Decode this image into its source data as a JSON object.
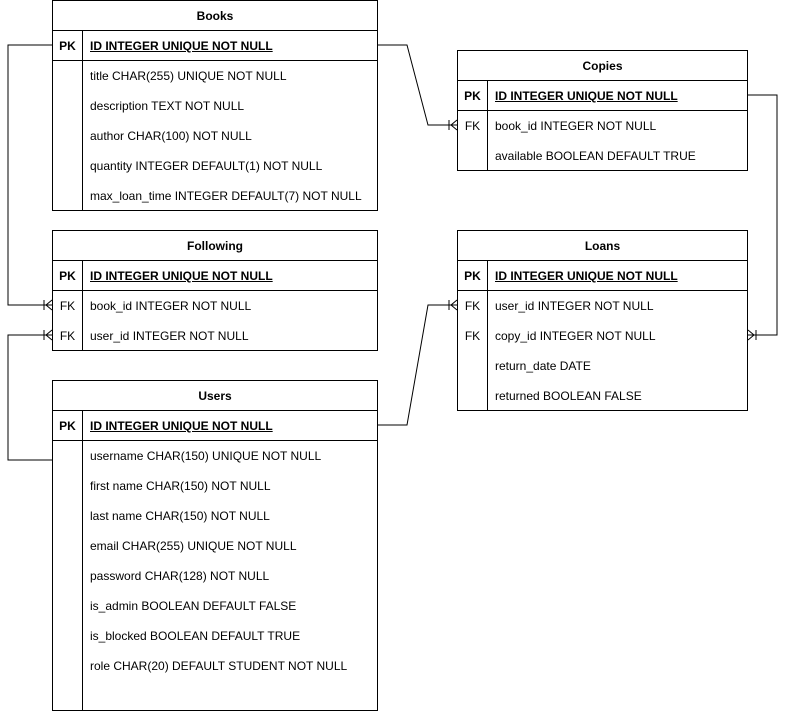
{
  "tables": [
    {
      "id": "books",
      "title": "Books",
      "pk": {
        "key": "PK",
        "field": "ID INTEGER UNIQUE NOT NULL"
      },
      "rows": [
        {
          "key": "",
          "field": "title CHAR(255) UNIQUE NOT NULL"
        },
        {
          "key": "",
          "field": "description TEXT NOT NULL"
        },
        {
          "key": "",
          "field": "author CHAR(100) NOT NULL"
        },
        {
          "key": "",
          "field": "quantity INTEGER DEFAULT(1) NOT NULL"
        },
        {
          "key": "",
          "field": "max_loan_time INTEGER DEFAULT(7) NOT NULL"
        }
      ]
    },
    {
      "id": "copies",
      "title": "Copies",
      "pk": {
        "key": "PK",
        "field": "ID INTEGER UNIQUE NOT NULL"
      },
      "rows": [
        {
          "key": "FK",
          "field": "book_id INTEGER NOT NULL"
        },
        {
          "key": "",
          "field": "available BOOLEAN DEFAULT TRUE"
        }
      ]
    },
    {
      "id": "following",
      "title": "Following",
      "pk": {
        "key": "PK",
        "field": "ID INTEGER UNIQUE NOT NULL"
      },
      "rows": [
        {
          "key": "FK",
          "field": "book_id INTEGER NOT NULL"
        },
        {
          "key": "FK",
          "field": "user_id INTEGER NOT NULL"
        }
      ]
    },
    {
      "id": "loans",
      "title": "Loans",
      "pk": {
        "key": "PK",
        "field": "ID INTEGER UNIQUE NOT NULL"
      },
      "rows": [
        {
          "key": "FK",
          "field": "user_id INTEGER NOT NULL"
        },
        {
          "key": "FK",
          "field": "copy_id INTEGER NOT NULL"
        },
        {
          "key": "",
          "field": "return_date DATE"
        },
        {
          "key": "",
          "field": "returned BOOLEAN FALSE"
        }
      ]
    },
    {
      "id": "users",
      "title": "Users",
      "pk": {
        "key": "PK",
        "field": "ID INTEGER UNIQUE NOT NULL"
      },
      "rows": [
        {
          "key": "",
          "field": "username CHAR(150) UNIQUE NOT NULL"
        },
        {
          "key": "",
          "field": "first name CHAR(150) NOT NULL"
        },
        {
          "key": "",
          "field": "last name CHAR(150) NOT NULL"
        },
        {
          "key": "",
          "field": "email CHAR(255) UNIQUE NOT NULL"
        },
        {
          "key": "",
          "field": "password CHAR(128) NOT NULL"
        },
        {
          "key": "",
          "field": "is_admin BOOLEAN DEFAULT FALSE"
        },
        {
          "key": "",
          "field": "is_blocked BOOLEAN DEFAULT TRUE"
        },
        {
          "key": "",
          "field": "role CHAR(20) DEFAULT STUDENT NOT NULL"
        }
      ]
    }
  ],
  "relationships": [
    {
      "from": "books.ID",
      "to": "copies.book_id",
      "cardinality": "one-to-many"
    },
    {
      "from": "books.ID",
      "to": "following.book_id",
      "cardinality": "one-to-many"
    },
    {
      "from": "users.ID",
      "to": "following.user_id",
      "cardinality": "one-to-many"
    },
    {
      "from": "users.ID",
      "to": "loans.user_id",
      "cardinality": "one-to-many"
    },
    {
      "from": "copies.ID",
      "to": "loans.copy_id",
      "cardinality": "one-to-many"
    }
  ]
}
